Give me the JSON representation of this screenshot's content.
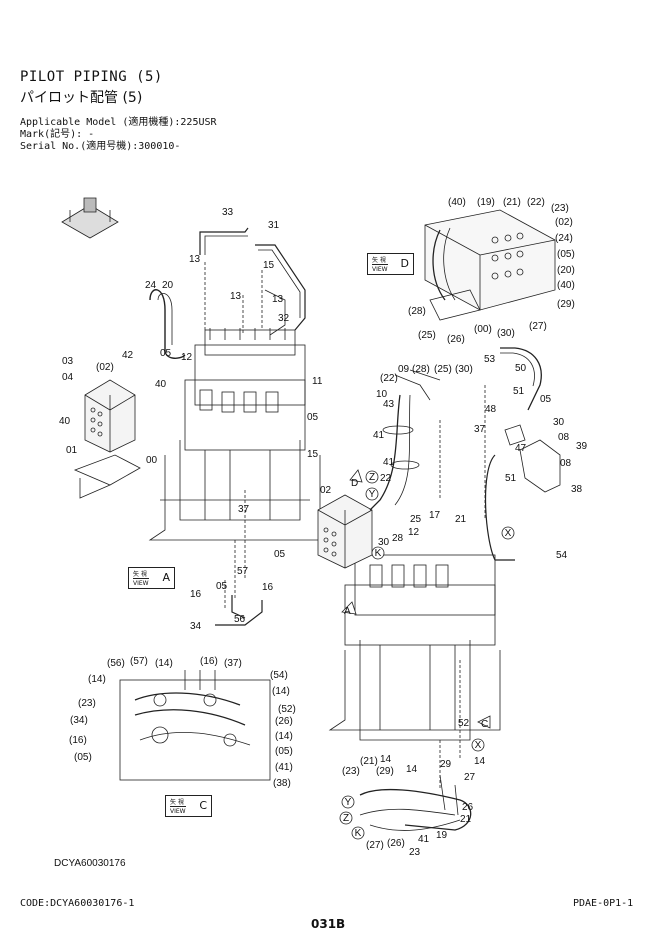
{
  "header": {
    "title_en": "PILOT PIPING (5)",
    "title_jp": "パイロット配管 (5)",
    "applicable_model": "Applicable Model (適用機種):225USR",
    "mark": "Mark(記号): -",
    "serial": "Serial No.(適用号機):300010-"
  },
  "views": {
    "view_d": {
      "jp": "矢 視",
      "en": "VIEW",
      "letter": "D"
    },
    "view_a": {
      "jp": "矢 視",
      "en": "VIEW",
      "letter": "A"
    },
    "view_c": {
      "jp": "矢 視",
      "en": "VIEW",
      "letter": "C"
    }
  },
  "labels": {
    "l33": "33",
    "l31": "31",
    "l13a": "13",
    "l15a": "15",
    "l13b": "13",
    "l13c": "13",
    "l32": "32",
    "l24": "24",
    "l20": "20",
    "l42": "42",
    "l05a": "05",
    "l12a": "12",
    "l03": "03",
    "l04": "04",
    "l02a": "(02)",
    "l40a": "40",
    "l40b": "40",
    "l01": "01",
    "l00": "00",
    "l11": "11",
    "l05b": "05",
    "l15b": "15",
    "l37a": "37",
    "l05c": "05",
    "l57": "57",
    "l05d": "05",
    "l16a": "16",
    "l16b": "16",
    "l34": "34",
    "l56": "56",
    "d40": "(40)",
    "d19": "(19)",
    "d21": "(21)",
    "d22": "(22)",
    "d23": "(23)",
    "d02": "(02)",
    "d24": "(24)",
    "d05": "(05)",
    "d20": "(20)",
    "d40b": "(40)",
    "d29": "(29)",
    "d28": "(28)",
    "d25": "(25)",
    "d26": "(26)",
    "d00": "(00)",
    "d30": "(30)",
    "d27": "(27)",
    "r53": "53",
    "r50": "50",
    "r51a": "51",
    "r48": "48",
    "r37": "37",
    "r05": "05",
    "r30": "30",
    "r08a": "08",
    "r39": "39",
    "r47": "47",
    "r08b": "08",
    "r51b": "51",
    "r38": "38",
    "c09": "09",
    "c28": "(28)",
    "c25": "(25)",
    "c30": "(30)",
    "c22": "(22)",
    "c10": "10",
    "c43": "43",
    "c41a": "41",
    "c41b": "41",
    "c22b": "22",
    "c02": "02",
    "c25b": "25",
    "c12": "12",
    "c17": "17",
    "c28b": "28",
    "c30b": "30",
    "c21": "21",
    "c54": "54",
    "x56": "(56)",
    "x57": "(57)",
    "x14a": "(14)",
    "x16": "(16)",
    "x37": "(37)",
    "x14b": "(14)",
    "x54": "(54)",
    "x14c": "(14)",
    "x23": "(23)",
    "x52": "(52)",
    "x34": "(34)",
    "x26": "(26)",
    "x16b": "(16)",
    "x14d": "(14)",
    "x05": "(05)",
    "x05b": "(05)",
    "x41": "(41)",
    "x38": "(38)",
    "b52": "52",
    "b14a": "14",
    "b14b": "14",
    "b14c": "14",
    "b29": "29",
    "b27": "27",
    "b23": "(23)",
    "b21": "(21)",
    "b29b": "(29)",
    "b26": "26",
    "b21b": "21",
    "b19": "19",
    "b41": "41",
    "b23b": "23",
    "b27b": "(27)",
    "b26b": "(26)"
  },
  "callouts": {
    "Y": "Y",
    "Z": "Z",
    "K": "K",
    "X": "X",
    "D": "D",
    "A": "A",
    "C": "C"
  },
  "diagram_code": "DCYA60030176",
  "footer": {
    "code": "CODE:DCYA60030176-1",
    "page": "031B",
    "ref": "PDAE-0P1-1"
  }
}
